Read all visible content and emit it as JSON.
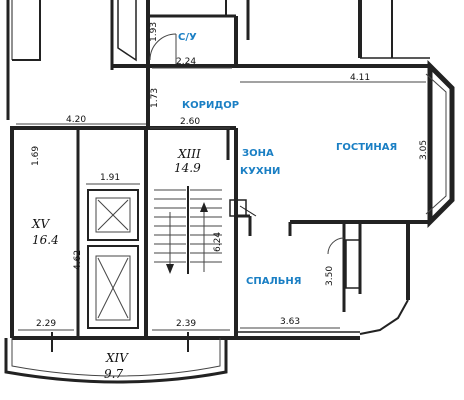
{
  "rooms": {
    "bathroom": "С/У",
    "corridor": "КОРИДОР",
    "living": "ГОСТИНАЯ",
    "kitchen_1": "ЗОНА",
    "kitchen_2": "КУХНИ",
    "bedroom": "СПАЛЬНЯ"
  },
  "labels": {
    "xiii": "XIII",
    "xiii_area": "14.9",
    "xv": "XV",
    "xv_area": "16.4",
    "xiv": "XIV",
    "xiv_area": "9.7"
  },
  "dims": {
    "d193": "1.93",
    "d224": "2.24",
    "d411": "4.11",
    "d173": "1.73",
    "d420": "4.20",
    "d260": "2.60",
    "d305": "3.05",
    "d169": "1.69",
    "d191": "1.91",
    "d624": "6.24",
    "d462": "4.62",
    "d350": "3.50",
    "d229": "2.29",
    "d239": "2.39",
    "d363": "3.63"
  },
  "colors": {
    "room_label": "#1a7fc4",
    "wall": "#222222"
  }
}
